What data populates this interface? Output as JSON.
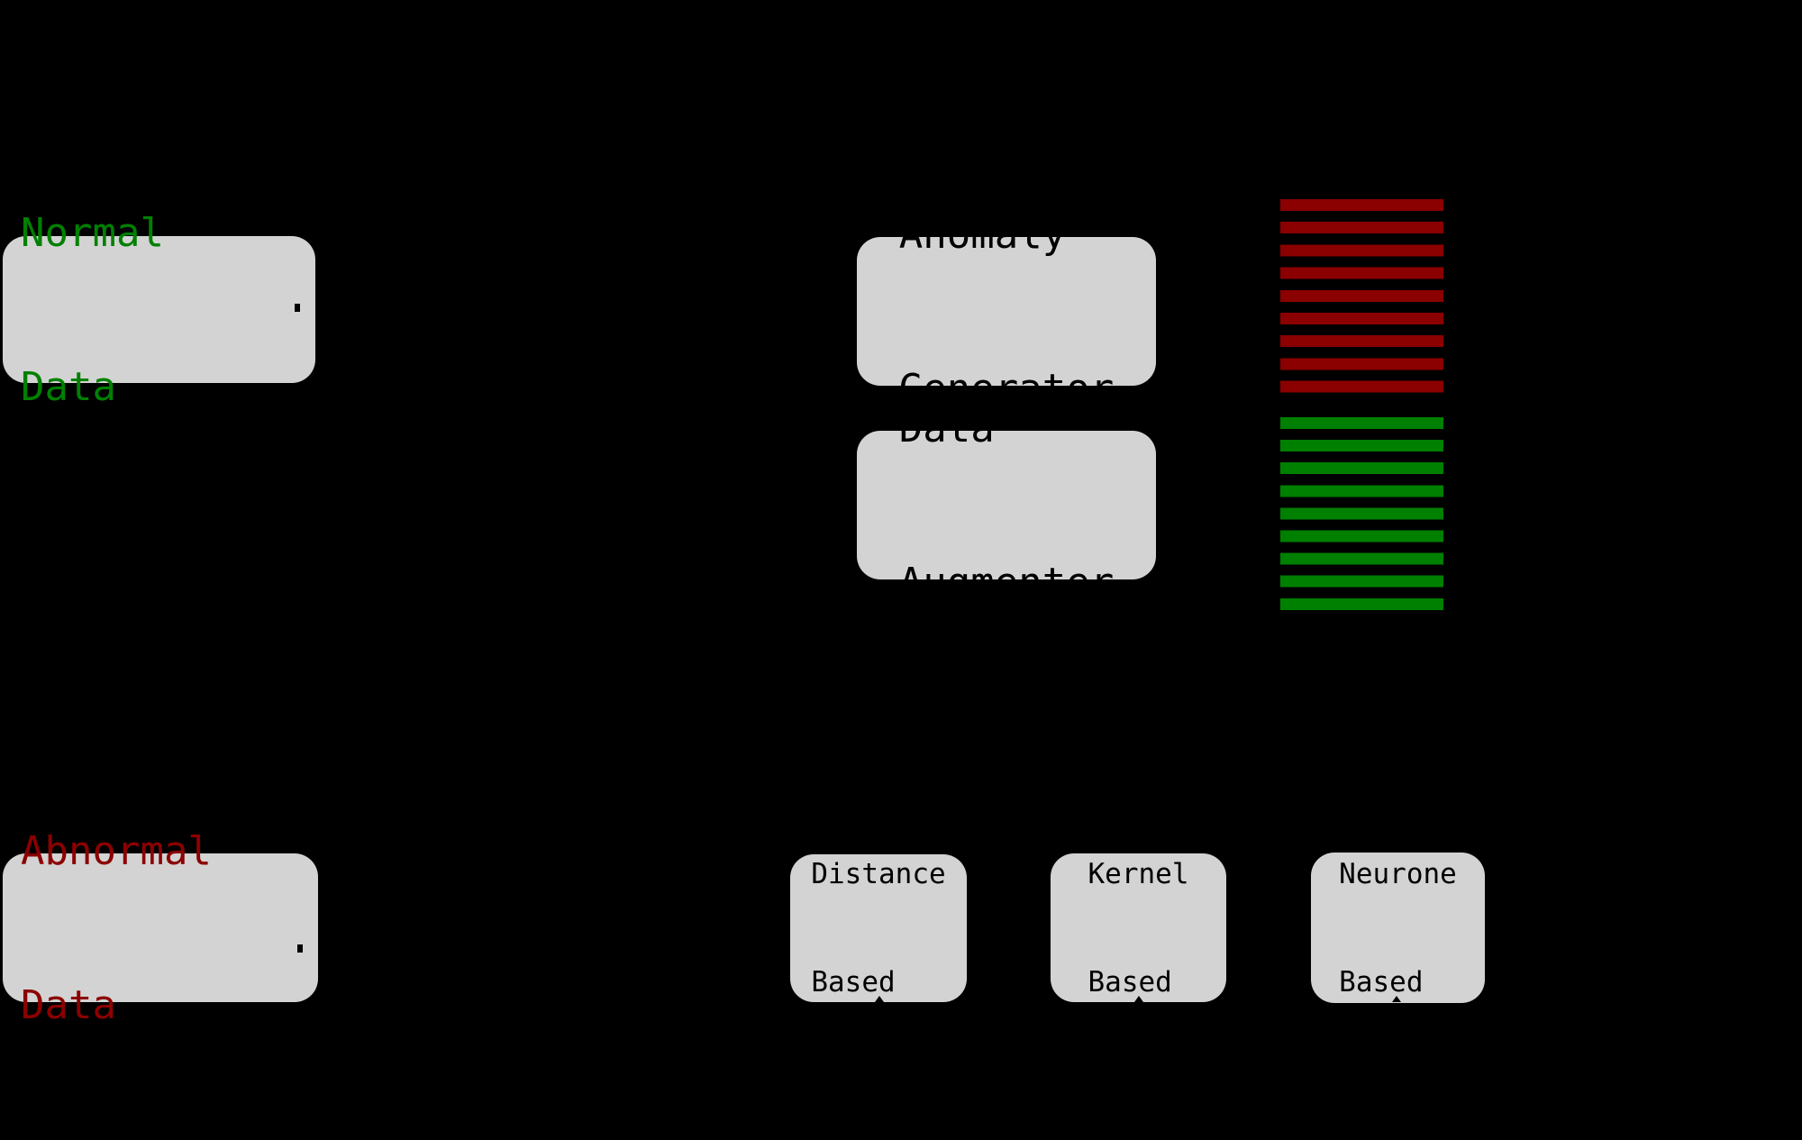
{
  "canvas": {
    "background": "#000000"
  },
  "palette": {
    "node_fill": "#d3d3d3",
    "normal_green": "#008000",
    "anomaly_red": "#8b0000",
    "text_black": "#000000"
  },
  "nodes": {
    "normal_data": {
      "line1": "Normal",
      "line2": "Data"
    },
    "abnormal_data": {
      "line1": "Abnormal",
      "line2": "Data"
    },
    "anomaly_generator": {
      "line1": "Anomaly",
      "line2": "Generator"
    },
    "data_augmenter": {
      "line1": "Data",
      "line2": "Augmenter"
    },
    "distance_based": {
      "line1": "Distance",
      "line2": "Based"
    },
    "kernel_based": {
      "line1": "Kernel",
      "line2": "Based"
    },
    "neurone_based": {
      "line1": "Neurone",
      "line2": "Based"
    }
  },
  "stripe_blocks": {
    "anomalous": {
      "color": "#8b0000",
      "stripe_count": 9
    },
    "augmented_normal": {
      "color": "#008000",
      "stripe_count": 9
    }
  }
}
